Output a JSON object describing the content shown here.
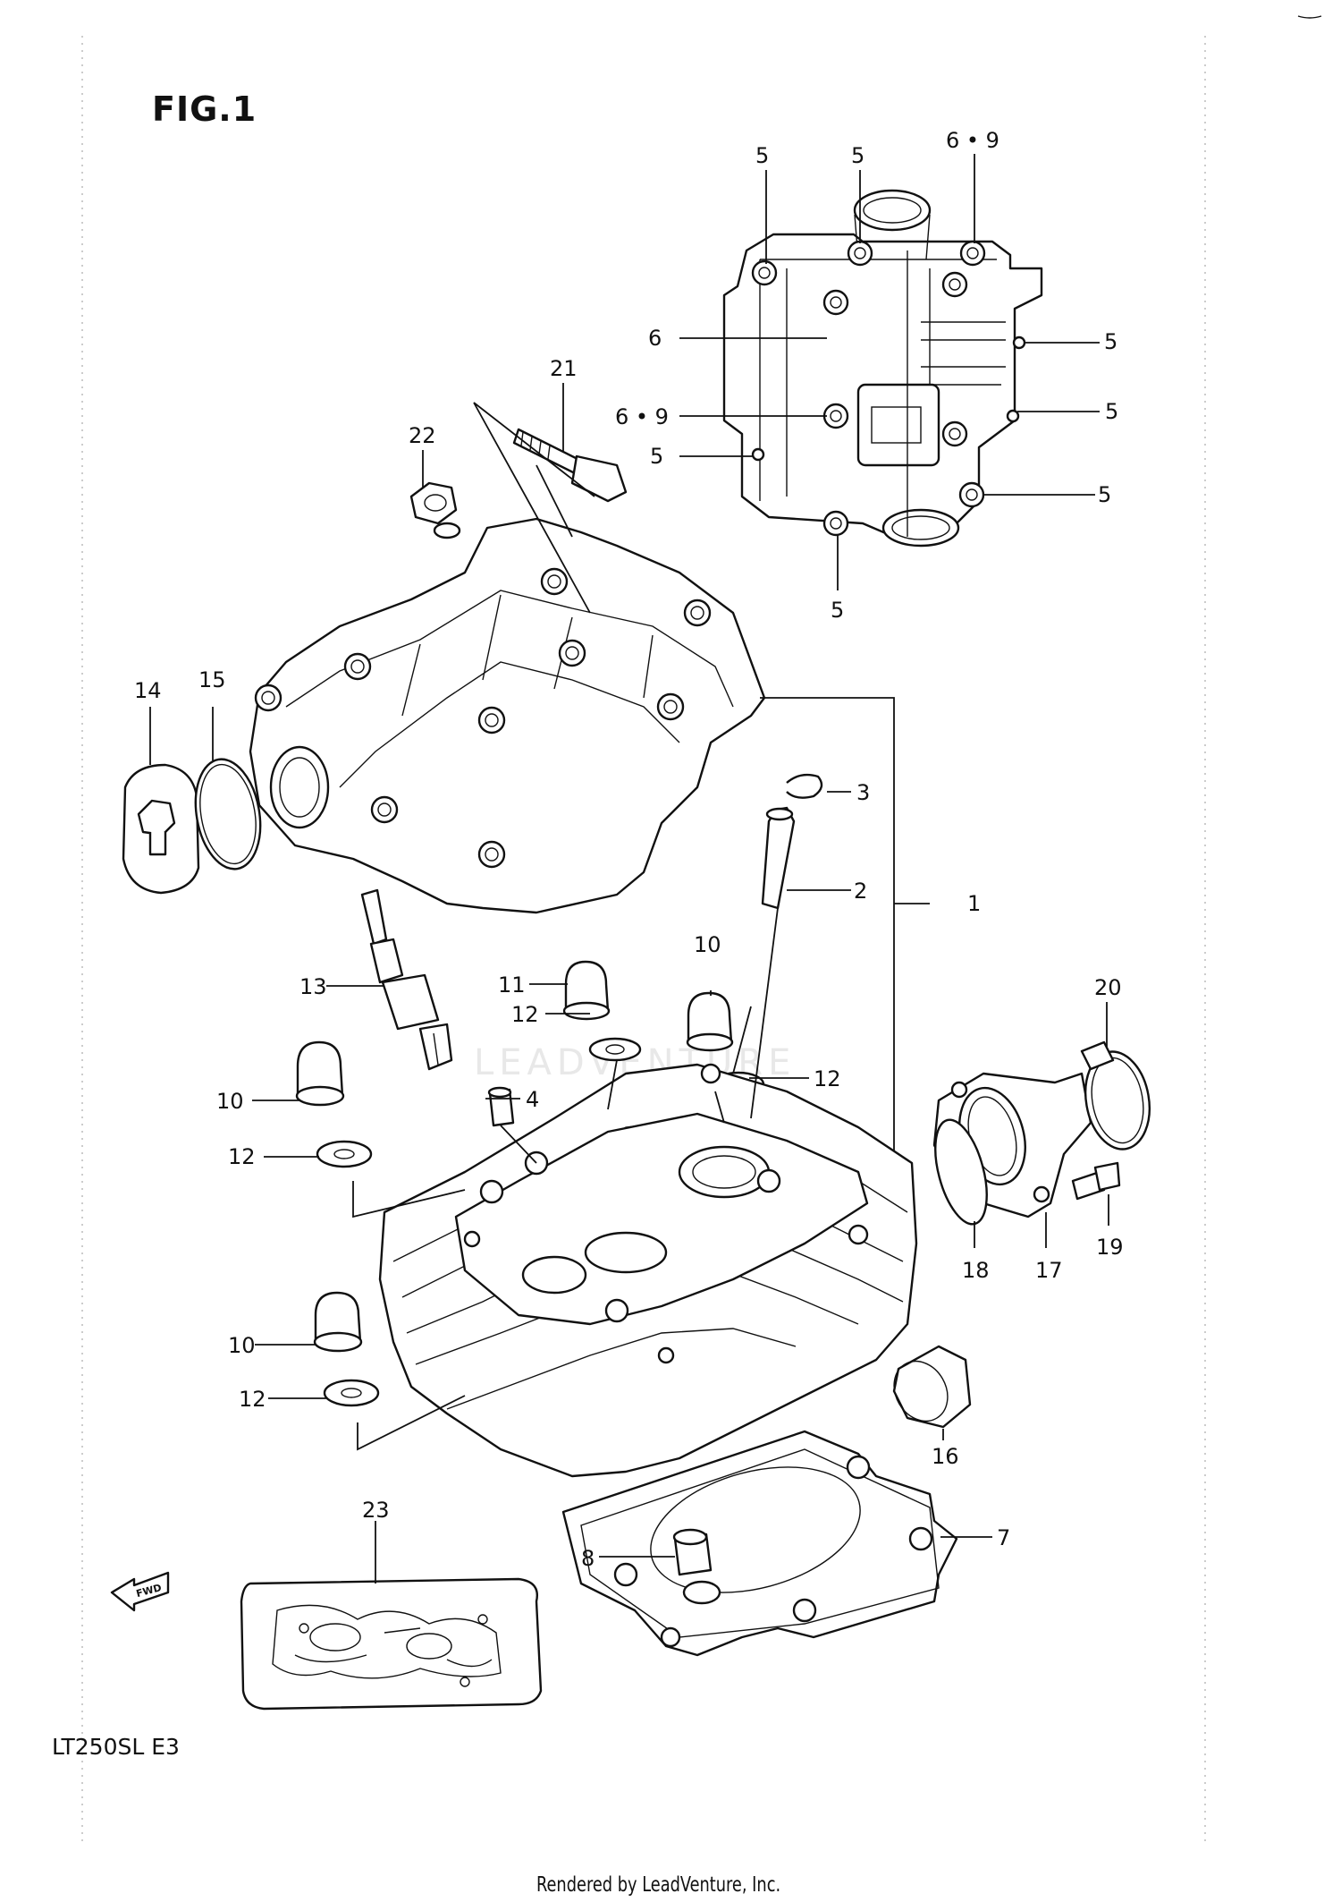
{
  "figure": {
    "title": "FIG.1"
  },
  "model": "LT250SL  E3",
  "footer": "Rendered by LeadVenture, Inc.",
  "watermark": "LEADVENTURE",
  "fwd_label": "FWD",
  "callouts": {
    "c5a": "5",
    "c5b": "5",
    "c69a": "6 • 9",
    "c6": "6",
    "c5c": "5",
    "c69b": "6 • 9",
    "c5d": "5",
    "c5e": "5",
    "c5f": "5",
    "c5g": "5",
    "c21": "21",
    "c22": "22",
    "c14": "14",
    "c15": "15",
    "c3": "3",
    "c2": "2",
    "c1": "1",
    "c13": "13",
    "c11": "11",
    "c10a": "10",
    "c12a": "12",
    "c12b": "12",
    "c4": "4",
    "c10b": "10",
    "c12c": "12",
    "c20": "20",
    "c10c": "10",
    "c12d": "12",
    "c18": "18",
    "c17": "17",
    "c19": "19",
    "c16": "16",
    "c23": "23",
    "c8": "8",
    "c7": "7"
  }
}
